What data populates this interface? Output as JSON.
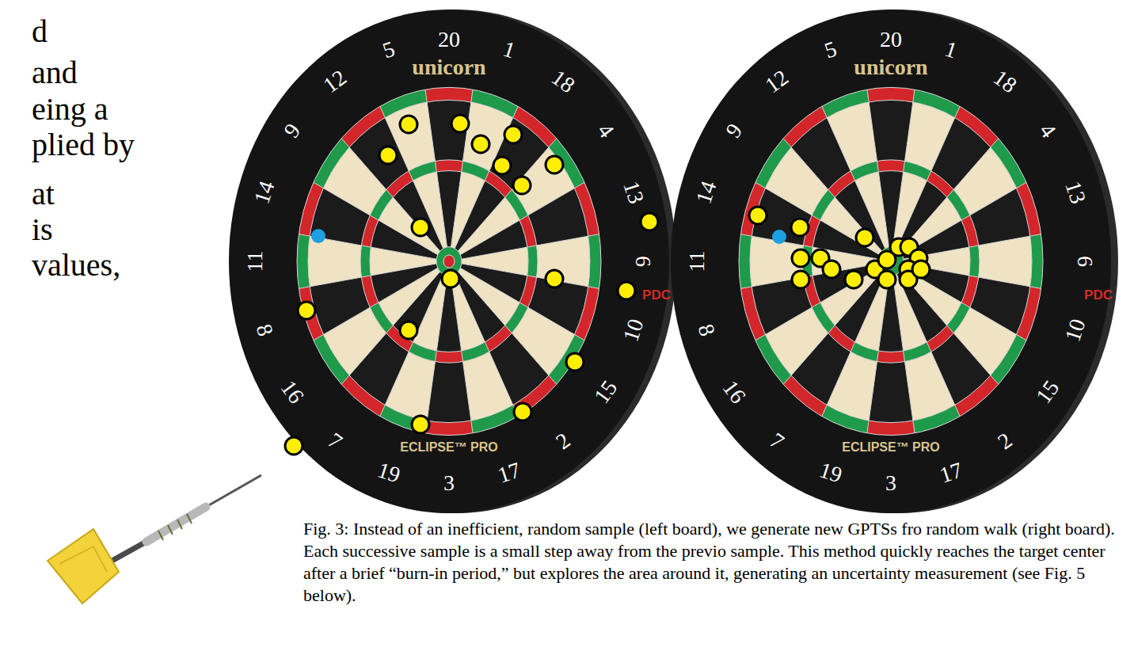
{
  "diagram": {
    "caption": "Fig. 3: Instead of an inefficient, random sample (left board), we generate new GPTSs fro random walk (right board). Each successive sample is a small step away from the previo sample. This method quickly reaches the target center after a brief “burn-in period,” but explores the area around it, generating an uncertainty measurement (see Fig. 5 below).",
    "labels": [
      "d",
      "and",
      "eing a",
      "plied by",
      "at",
      "is",
      "values,",
      "unicorn",
      "20",
      "1",
      "18",
      "4",
      "13",
      "6",
      "10",
      "15",
      "2",
      "17",
      "3",
      "19",
      "7",
      "16",
      "8",
      "11",
      "14",
      "9",
      "12",
      "5",
      "PDC",
      "ECLIPSE™ PRO",
      "unicorn",
      "20",
      "1",
      "18",
      "4",
      "13",
      "6",
      "10",
      "15",
      "2",
      "17",
      "3",
      "19",
      "7",
      "16",
      "8",
      "11",
      "14",
      "9",
      "12",
      "5",
      "PDC",
      "ECLIPSE™ PRO"
    ]
  }
}
